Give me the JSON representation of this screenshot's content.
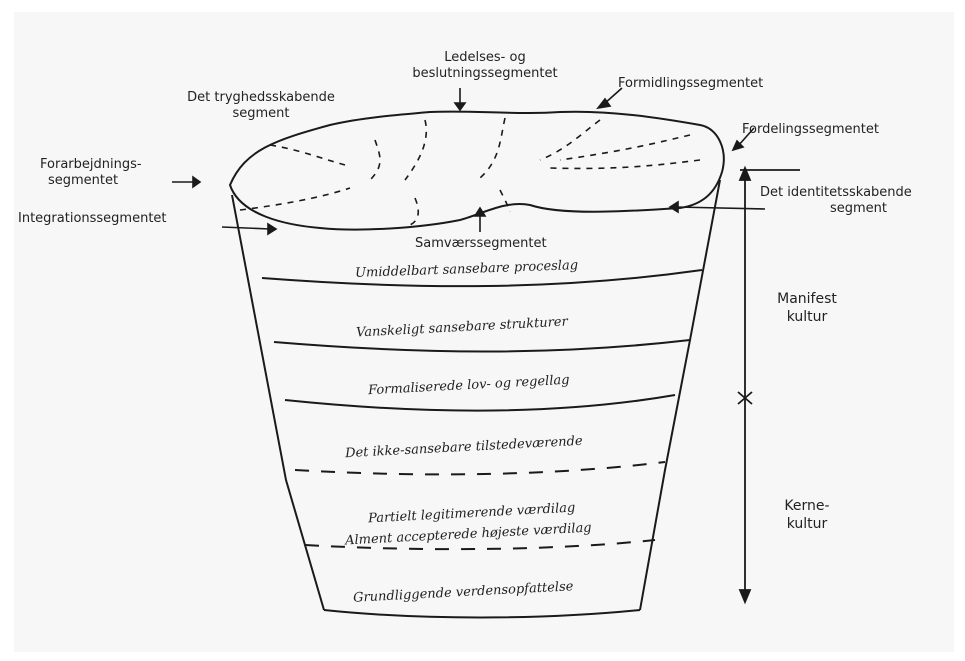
{
  "segments": {
    "ledelses_line1": "Ledelses- og",
    "ledelses_line2": "beslutningssegmentet",
    "formidling": "Formidlingssegmentet",
    "tryghed_line1": "Det tryghedsskabende",
    "tryghed_line2": "segment",
    "fordeling": "Fordelingssegmentet",
    "forarbejdning_line1": "Forarbejdnings-",
    "forarbejdning_line2": "segmentet",
    "identitet_line1": "Det identitetsskabende",
    "identitet_line2": "segment",
    "integration": "Integrationssegmentet",
    "samvaer": "Samværssegmentet"
  },
  "layers": [
    "Umiddelbart sansebare proceslag",
    "Vanskeligt sansebare strukturer",
    "Formaliserede lov- og regellag",
    "Det ikke-sansebare tilstedeværende",
    "Partielt legitimerende værdilag",
    "Alment accepterede højeste værdilag",
    "Grundliggende verdensopfattelse"
  ],
  "side": {
    "manifest_line1": "Manifest",
    "manifest_line2": "kultur",
    "kerne_line1": "Kerne-",
    "kerne_line2": "kultur"
  }
}
